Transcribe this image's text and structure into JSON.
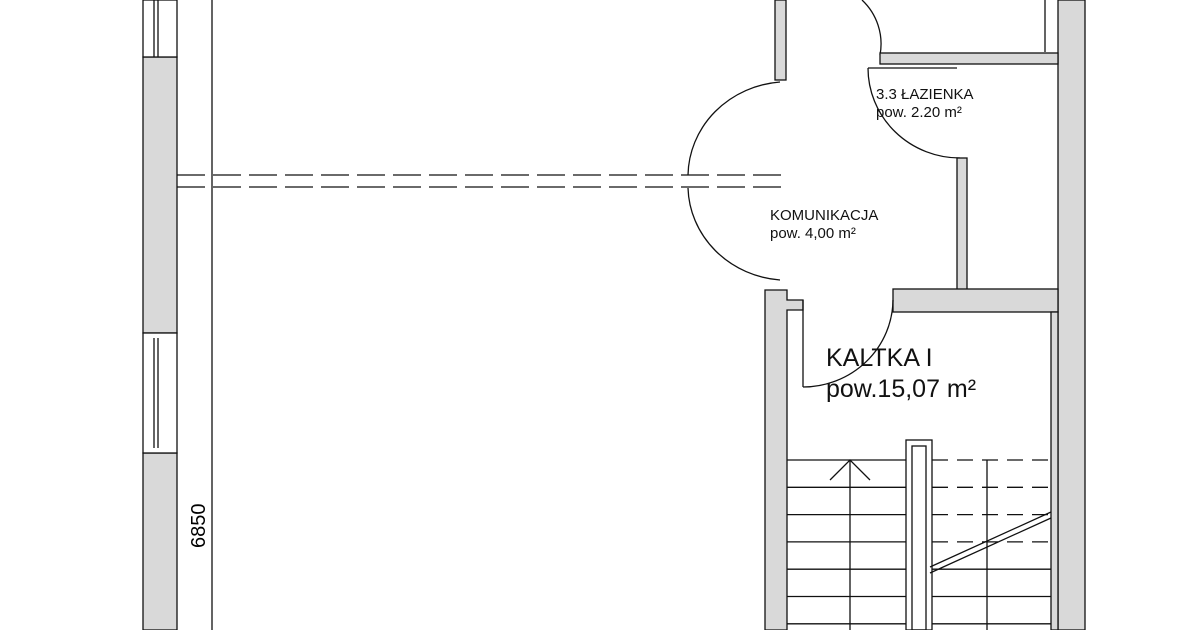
{
  "rooms": [
    {
      "name": "3.3 ŁAZIENKA",
      "area": "pow. 2.20 m²"
    },
    {
      "name": "KOMUNIKACJA",
      "area": "pow. 4,00 m²"
    },
    {
      "name": "KALTKA I",
      "area": "pow.15,07 m²"
    }
  ],
  "dimensions": {
    "left_wall_height": "6850"
  },
  "colors": {
    "wall_fill": "#d9d9d9",
    "line": "#111111"
  }
}
